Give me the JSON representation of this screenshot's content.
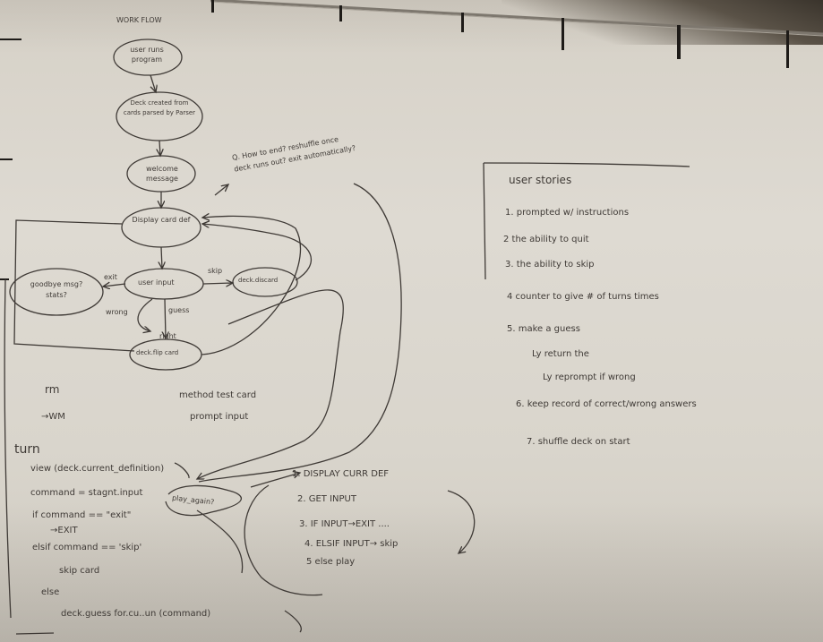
{
  "workflow": {
    "title": "WORK FLOW",
    "nodes": [
      {
        "id": "start",
        "text": "user runs program"
      },
      {
        "id": "deck",
        "text": "Deck created from cards parsed by Parser"
      },
      {
        "id": "welcome",
        "text": "welcome message"
      },
      {
        "id": "display",
        "text": "Display card def"
      },
      {
        "id": "input",
        "text": "user input"
      },
      {
        "id": "discard",
        "text": "deck.discard"
      },
      {
        "id": "goodbye",
        "text": "goodbye msg? stats?"
      },
      {
        "id": "right",
        "text": "deck.flip card"
      }
    ],
    "edge_labels": {
      "exit": "exit",
      "skip": "skip",
      "wrong": "wrong",
      "guess": "guess",
      "right": "right"
    },
    "question": "Q. How to end? reshuffle once deck runs out? exit automatically?"
  },
  "notes": {
    "rm": "rm",
    "arrow_wm": "→WM",
    "method": "method test card",
    "prompt": "prompt input"
  },
  "turn": {
    "title": "turn",
    "lines": [
      "view (deck.current_definition)",
      "command = stagnt.input",
      "if command == \"exit\"",
      "→EXIT",
      "elsif command == 'skip'",
      "skip card",
      "else",
      "deck.guess for.cu..un (command)"
    ],
    "play_again": "play_again?"
  },
  "steps": [
    "1. DISPLAY CURR DEF",
    "2. GET INPUT",
    "3. IF INPUT→EXIT ....",
    "4. ELSIF INPUT→ skip",
    "5 else play"
  ],
  "user_stories": {
    "title": "user stories",
    "items": [
      "1. prompted w/ instructions",
      "2 the ability to quit",
      "3. the ability to skip",
      "4 counter to give # of turns times",
      "5. make a guess",
      "Ly return the",
      "Ly reprompt if wrong",
      "6. keep record of correct/wrong answers",
      "7. shuffle deck on start"
    ]
  }
}
